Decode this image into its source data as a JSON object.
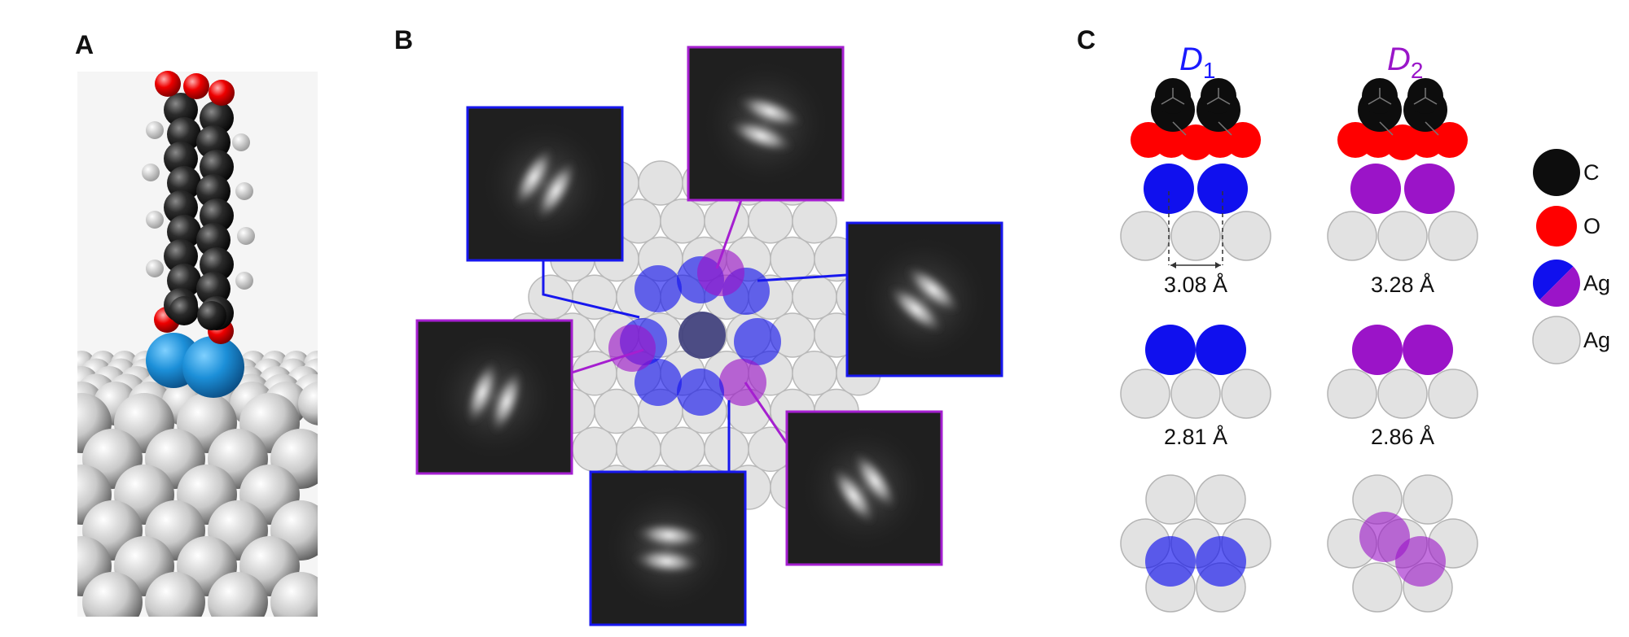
{
  "panels": {
    "a": "A",
    "b": "B",
    "c": "C"
  },
  "columns": [
    {
      "letter": "D",
      "subscript": "1",
      "color": "#1a1aff"
    },
    {
      "letter": "D",
      "subscript": "2",
      "color": "#9a16c9"
    }
  ],
  "distances": {
    "d1_top": "3.08 Å",
    "d2_top": "3.28 Å",
    "d1_mid": "2.81 Å",
    "d2_mid": "2.86 Å"
  },
  "legend": [
    {
      "label": "C",
      "kind": "black"
    },
    {
      "label": "O",
      "kind": "red"
    },
    {
      "label": "Ag",
      "kind": "split"
    },
    {
      "label": "Ag",
      "kind": "gray"
    }
  ],
  "colors": {
    "carbon": "#0d0d0d",
    "oxygen": "#ff0000",
    "silver_blue": "#1010ee",
    "silver_purple": "#9b14c8",
    "silver_gray": "#e2e2e2",
    "frame_blue": "#1717ee",
    "frame_purple": "#a51fd0"
  }
}
